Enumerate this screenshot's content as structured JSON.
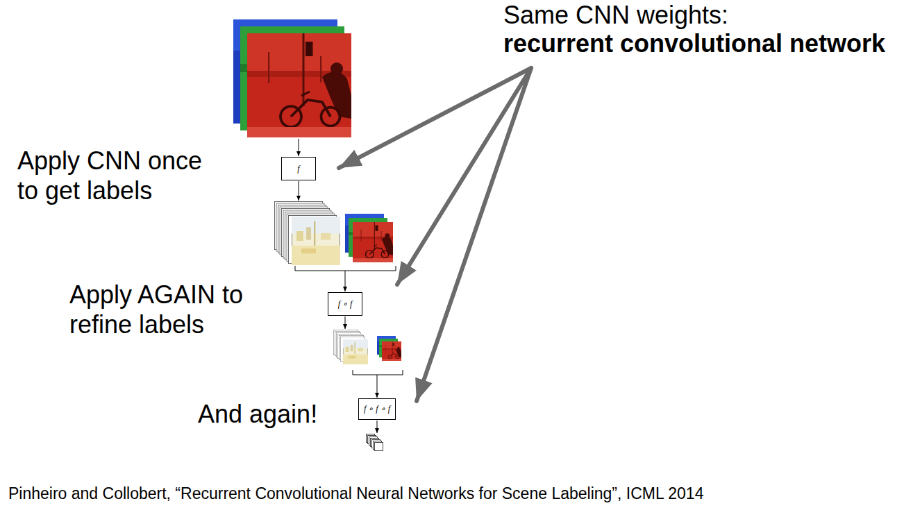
{
  "diagram": {
    "caption": "Pinheiro and Collobert, “Recurrent Convolutional Neural Networks for Scene Labeling”, ICML 2014",
    "nodes": [
      {
        "text": [
          "f"
        ]
      },
      {
        "text": [
          "f ∘ f"
        ]
      },
      {
        "text": [
          "f ∘ f ∘ f"
        ]
      }
    ],
    "labels": [
      "Same CNN weights:",
      "recurrent convolutional network",
      "Apply CNN once to get labels",
      "Apply AGAIN to refine labels",
      "And again!"
    ]
  }
}
